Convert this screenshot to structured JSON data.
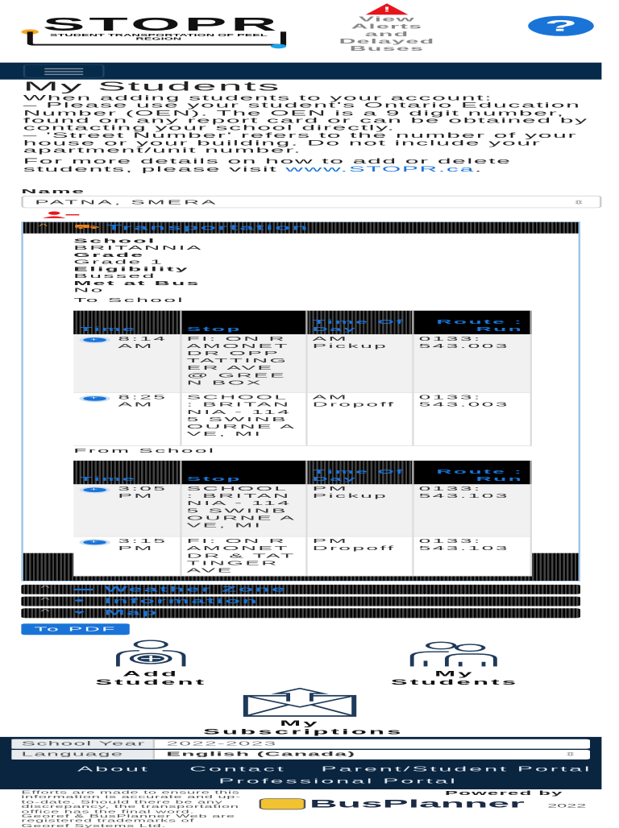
{
  "header": {
    "logo_text": "STOPR",
    "logo_subtitle": "STUDENT TRANSPORTATION OF PEEL REGION",
    "alerts_label": "View Alerts and Delayed Buses",
    "help_icon": "question-bubble-icon"
  },
  "page": {
    "title": "My Students",
    "intro_lines": [
      "When adding students to your account:",
      "– Please use your student's Ontario Education Number (OEN). The OEN is a 9 digit number, found on any report card or can be obtained by contacting your school directly.",
      "– 'Street Number' refers to the number of your house or your building. Do not include your apartment/unit number."
    ],
    "more_details": "For more details on how to add or delete students, please visit",
    "more_details_link": "www.STOPR.ca",
    "more_details_end": "."
  },
  "student_select": {
    "label": "Name",
    "value": "PATNA, SMERA"
  },
  "transportation": {
    "title": "Transportation",
    "details": [
      {
        "label": "School",
        "value": "BRITANNIA"
      },
      {
        "label": "Grade",
        "value": "Grade 1"
      },
      {
        "label": "Eligibility",
        "value": "Bussed"
      },
      {
        "label": "Met at Bus",
        "value": "No"
      }
    ],
    "columns": [
      "Time",
      "Stop",
      "Time Of Day",
      "Route : Run"
    ],
    "to_school": {
      "label": "To School",
      "rows": [
        {
          "time": "8:14 AM",
          "stop": "FI: ON RAMONET DR OPP TATTINGER AVE @ GREEN BOX",
          "time_of_day": "AM Pickup",
          "route_run": "0133: 543.003"
        },
        {
          "time": "8:25 AM",
          "stop": "SCHOOL : BRITANNIA - 1145 SWINBOURNE AVE, MI",
          "time_of_day": "AM Dropoff",
          "route_run": "0133: 543.003"
        }
      ]
    },
    "from_school": {
      "label": "From School",
      "rows": [
        {
          "time": "3:05 PM",
          "stop": "SCHOOL : BRITANNIA - 1145 SWINBOURNE AVE, MI",
          "time_of_day": "PM Pickup",
          "route_run": "0133: 543.103"
        },
        {
          "time": "3:15 PM",
          "stop": "FI: ON RAMONET DR & TATTINGER AVE",
          "time_of_day": "PM Dropoff",
          "route_run": "0133: 543.103"
        }
      ]
    }
  },
  "accordions": [
    {
      "title": "Weather Zone",
      "icon": "weather-icon"
    },
    {
      "title": "Information",
      "icon": "info-icon"
    },
    {
      "title": "Map",
      "icon": "map-pin-icon"
    }
  ],
  "actions": {
    "pdf": "To PDF",
    "add_student": "Add Student",
    "my_students": "My Students",
    "my_subscriptions": "My Subscriptions"
  },
  "footer": {
    "school_year_label": "School Year",
    "school_year_value": "2022-2023",
    "language_label": "Language",
    "language_value": "English (Canada)",
    "links": [
      "About",
      "Contact",
      "Parent/Student Portal",
      "Professional Portal"
    ],
    "disclaimer": "Efforts are made to ensure this information is accurate and up-to-date. Should there be any discrepancy, the transportation office has the final word. Georef & BusPlanner Web are registered trademarks of Georef Systems Ltd.",
    "powered_by": "Powered by",
    "busplanner": "BusPlanner",
    "year": "2022"
  },
  "colors": {
    "navy": "#052a4a",
    "accent": "#1a74d8",
    "alert": "#e8141c"
  }
}
